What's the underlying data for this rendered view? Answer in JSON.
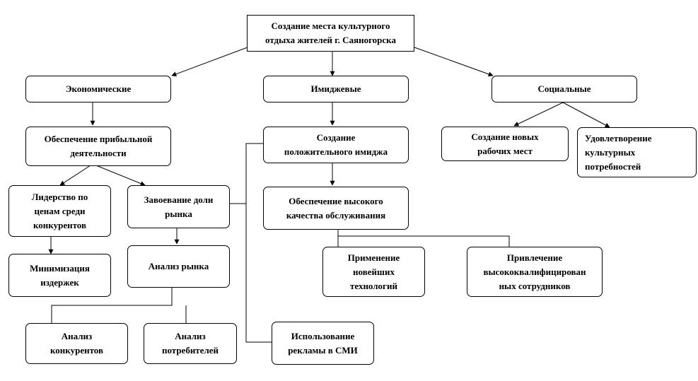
{
  "root": {
    "title": "Создание места культурного\nотдыха жителей г. Саяногорска"
  },
  "branches": {
    "economic": "Экономические",
    "image": "Имиджевые",
    "social": "Социальные"
  },
  "economic": {
    "profit": "Обеспечение прибыльной\nдеятельности",
    "price_leadership": "Лидерство по\nценам среди\nконкурентов",
    "market_share": "Завоевание доли\nрынка",
    "cost_minimization": "Минимизация\nиздержек",
    "market_analysis": "Анализ рынка",
    "competitor_analysis": "Анализ\nконкурентов",
    "consumer_analysis": "Анализ\nпотребителей"
  },
  "image": {
    "positive_image": "Создание\nположительного имиджа",
    "service_quality": "Обеспечение высокого\nкачества обслуживания",
    "new_tech": "Применение\nновейших\nтехнологий",
    "qualified_staff": "Привлечение\nвысококвалифицирован\nных сотрудников",
    "media_ads": "Использование\nрекламы в СМИ"
  },
  "social": {
    "new_jobs": "Создание новых\nрабочих мест",
    "cultural_needs": "Удовлетворение\nкультурных\nпотребностей"
  }
}
